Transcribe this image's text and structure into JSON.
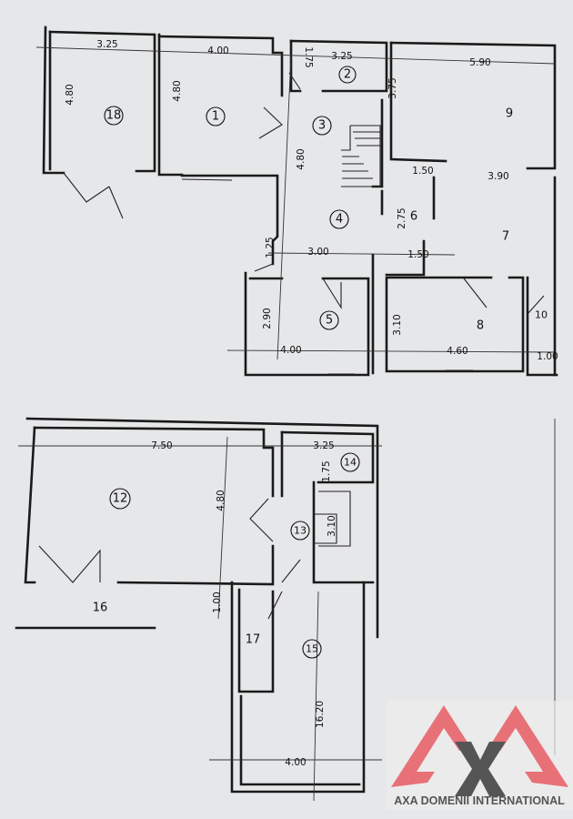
{
  "plan": {
    "upper_floor": {
      "rooms": [
        "18",
        "1",
        "2",
        "3",
        "4",
        "5",
        "6",
        "7",
        "8",
        "9",
        "10"
      ],
      "dimensions": [
        "3.25",
        "4.00",
        "3.25",
        "5.90",
        "4.80",
        "4.80",
        "1.75",
        "3.75",
        "4.80",
        "1.50",
        "3.90",
        "2.75",
        "1.25",
        "3.00",
        "1.50",
        "2.90",
        "3.10",
        "4.00",
        "4.60",
        "1.00"
      ]
    },
    "lower_floor": {
      "rooms": [
        "12",
        "13",
        "14",
        "15",
        "16",
        "17"
      ],
      "dimensions": [
        "7.50",
        "3.25",
        "1.75",
        "4.80",
        "3.10",
        "1.00",
        "16.20",
        "4.00"
      ]
    }
  },
  "watermark": {
    "company": "AXA DOMENII INTERNATIONAL",
    "logo_letters": "AXA",
    "colors": {
      "red": "#e8646a",
      "gray": "#555555"
    }
  }
}
